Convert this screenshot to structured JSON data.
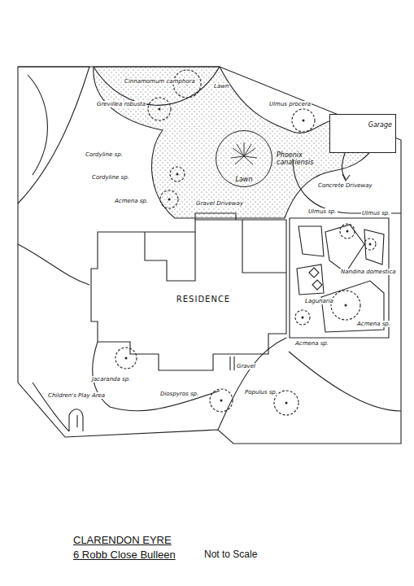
{
  "diagram": {
    "title": "CLARENDON EYRE",
    "caption": "6 Robb Close Bulleen",
    "nodes": [
      {
        "text": [
          "Garage"
        ]
      },
      {
        "text": [
          "Phoenix canariensis",
          "Lawn"
        ]
      },
      {
        "text": [
          "RESIDENCE"
        ]
      }
    ],
    "labels": [
      "Cinnamomum camphora",
      "Grevillea robusta",
      "Lawn",
      "Ulmus procera",
      "Cordyline sp.",
      "Cordyline sp.",
      "Acmena sp.",
      "Gravel Driveway",
      "Concrete Driveway",
      "Ulmus sp.",
      "Ulmus sp.",
      "Nandina domestica",
      "Lagunaria",
      "Acmena sp.",
      "Acmena sp.",
      "Gravel",
      "Jacaranda sp.",
      "Children's Play Area",
      "Diospyros sp.",
      "Populus sp.",
      "Not to Scale"
    ]
  }
}
